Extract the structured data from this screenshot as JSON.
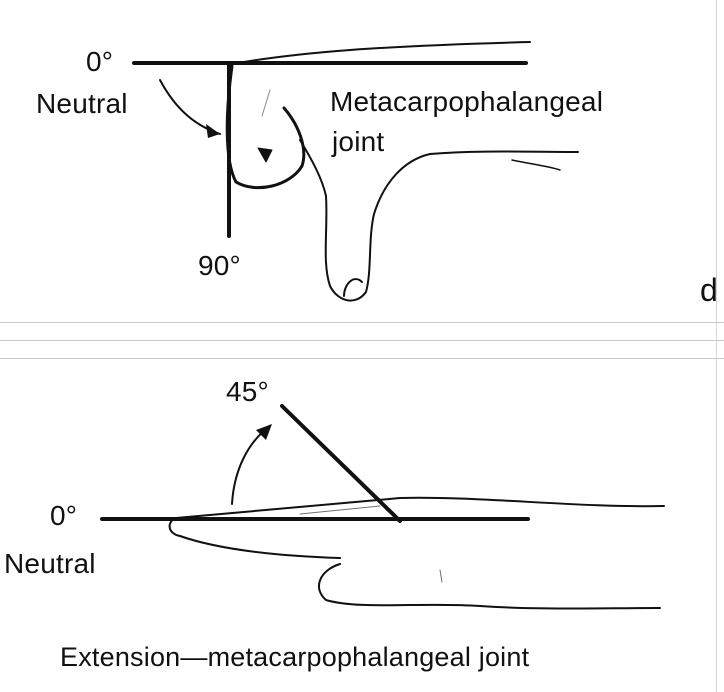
{
  "top_panel": {
    "angle_zero": "0°",
    "neutral": "Neutral",
    "angle_ninety": "90°",
    "joint_label_line1": "Metacarpophalangeal",
    "joint_label_line2": "joint",
    "panel_letter": "d"
  },
  "bottom_panel": {
    "angle_fortyfive": "45°",
    "angle_zero": "0°",
    "neutral": "Neutral",
    "caption": "Extension—metacarpophalangeal joint"
  }
}
